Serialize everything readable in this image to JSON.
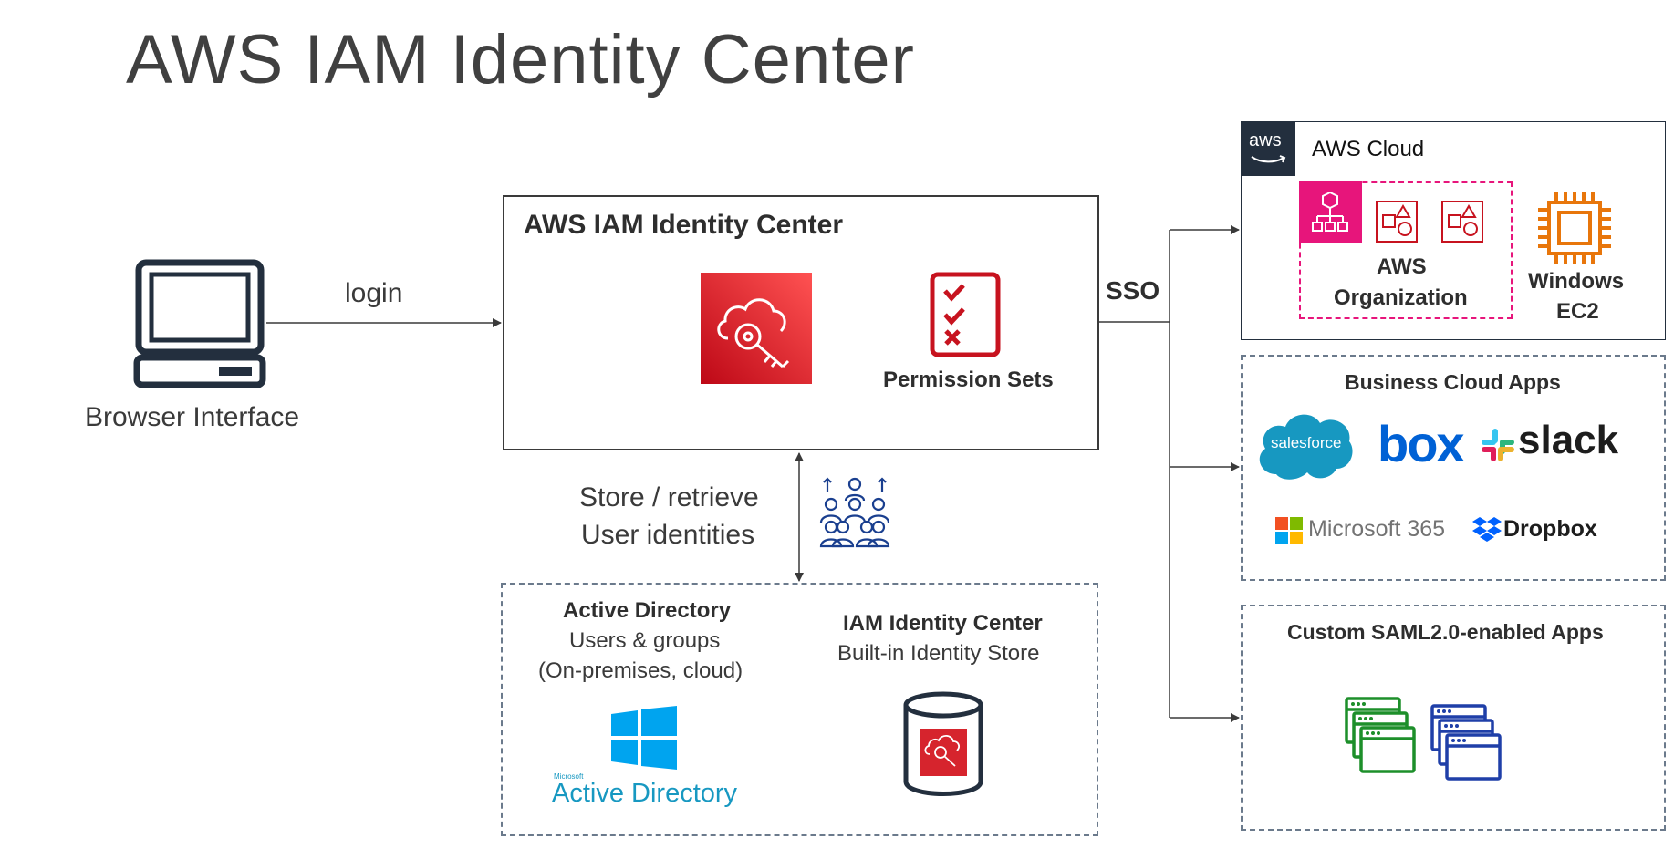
{
  "title": "AWS IAM Identity Center",
  "browser": {
    "label": "Browser Interface",
    "login_label": "login"
  },
  "identity_center": {
    "heading": "AWS IAM Identity Center",
    "permission_sets_label": "Permission Sets",
    "sso_label": "SSO"
  },
  "store_retrieve": {
    "line1": "Store / retrieve",
    "line2": "User identities"
  },
  "identity_sources": {
    "active_directory": {
      "heading": "Active Directory",
      "line1": "Users & groups",
      "line2": "(On-premises, cloud)",
      "logo_small": "Microsoft",
      "logo_text": "Active Directory"
    },
    "builtin_store": {
      "heading": "IAM Identity Center",
      "line1": "Built-in Identity Store"
    }
  },
  "aws_cloud": {
    "label": "AWS Cloud",
    "badge": "aws",
    "organization_line1": "AWS",
    "organization_line2": "Organization",
    "ec2_line1": "Windows",
    "ec2_line2": "EC2"
  },
  "business_apps": {
    "heading": "Business Cloud Apps",
    "salesforce": "salesforce",
    "box": "box",
    "slack": "slack",
    "microsoft365": "Microsoft 365",
    "dropbox": "Dropbox"
  },
  "saml_apps": {
    "heading": "Custom SAML2.0-enabled Apps"
  },
  "colors": {
    "aws_red": "#d6242d",
    "org_pink": "#e7157b",
    "ec2_orange": "#e8760b",
    "app_green": "#1d8f2a",
    "app_blue": "#1f3fa8",
    "users_blue": "#1a3f8f",
    "salesforce_blue": "#1798c1",
    "box_blue": "#0061d5",
    "dropbox_blue": "#0061fe",
    "windows_blue": "#00a4ef"
  }
}
